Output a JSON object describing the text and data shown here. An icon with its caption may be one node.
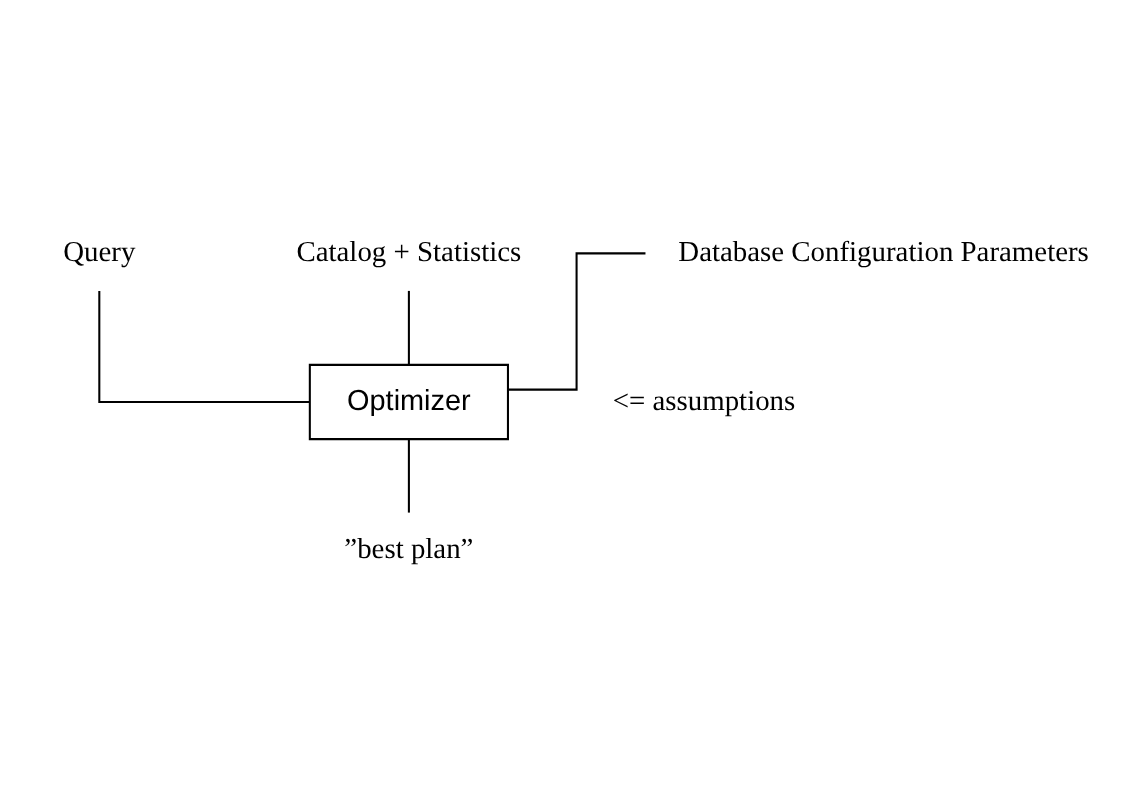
{
  "diagram": {
    "nodes": [
      {
        "text": [
          "Query"
        ]
      },
      {
        "text": [
          "Catalog + Statistics"
        ]
      },
      {
        "text": [
          "Database Configuration Parameters"
        ]
      },
      {
        "text": [
          "Optimizer"
        ],
        "beside": [
          "<= assumptions"
        ]
      },
      {
        "text": [
          "”best plan”"
        ]
      }
    ],
    "edges": [
      {
        "from": 0,
        "to": 3,
        "arrow": "none"
      },
      {
        "from": 1,
        "to": 3,
        "arrow": "none"
      },
      {
        "from": 2,
        "to": 3,
        "arrow": "none"
      },
      {
        "from": 3,
        "to": 4,
        "arrow": "none"
      }
    ]
  }
}
